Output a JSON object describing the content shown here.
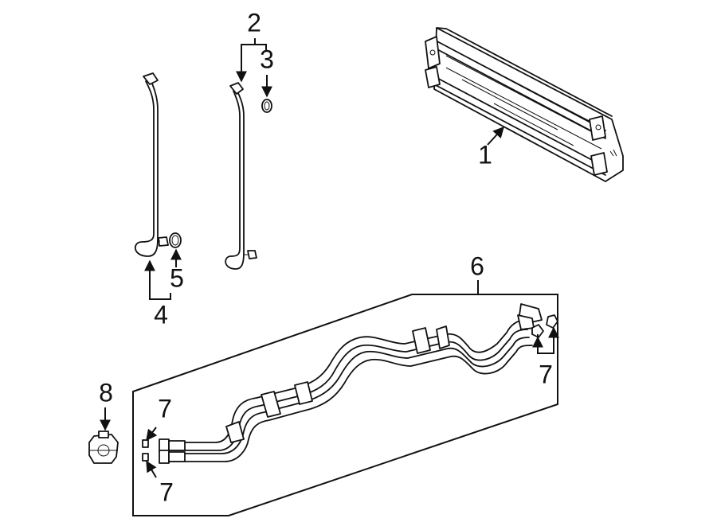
{
  "callouts": {
    "c1": "1",
    "c2": "2",
    "c3": "3",
    "c4": "4",
    "c5": "5",
    "c6": "6",
    "c7a": "7",
    "c7b": "7",
    "c7c": "7",
    "c8": "8"
  },
  "colors": {
    "line": "#111111",
    "background": "#ffffff"
  }
}
